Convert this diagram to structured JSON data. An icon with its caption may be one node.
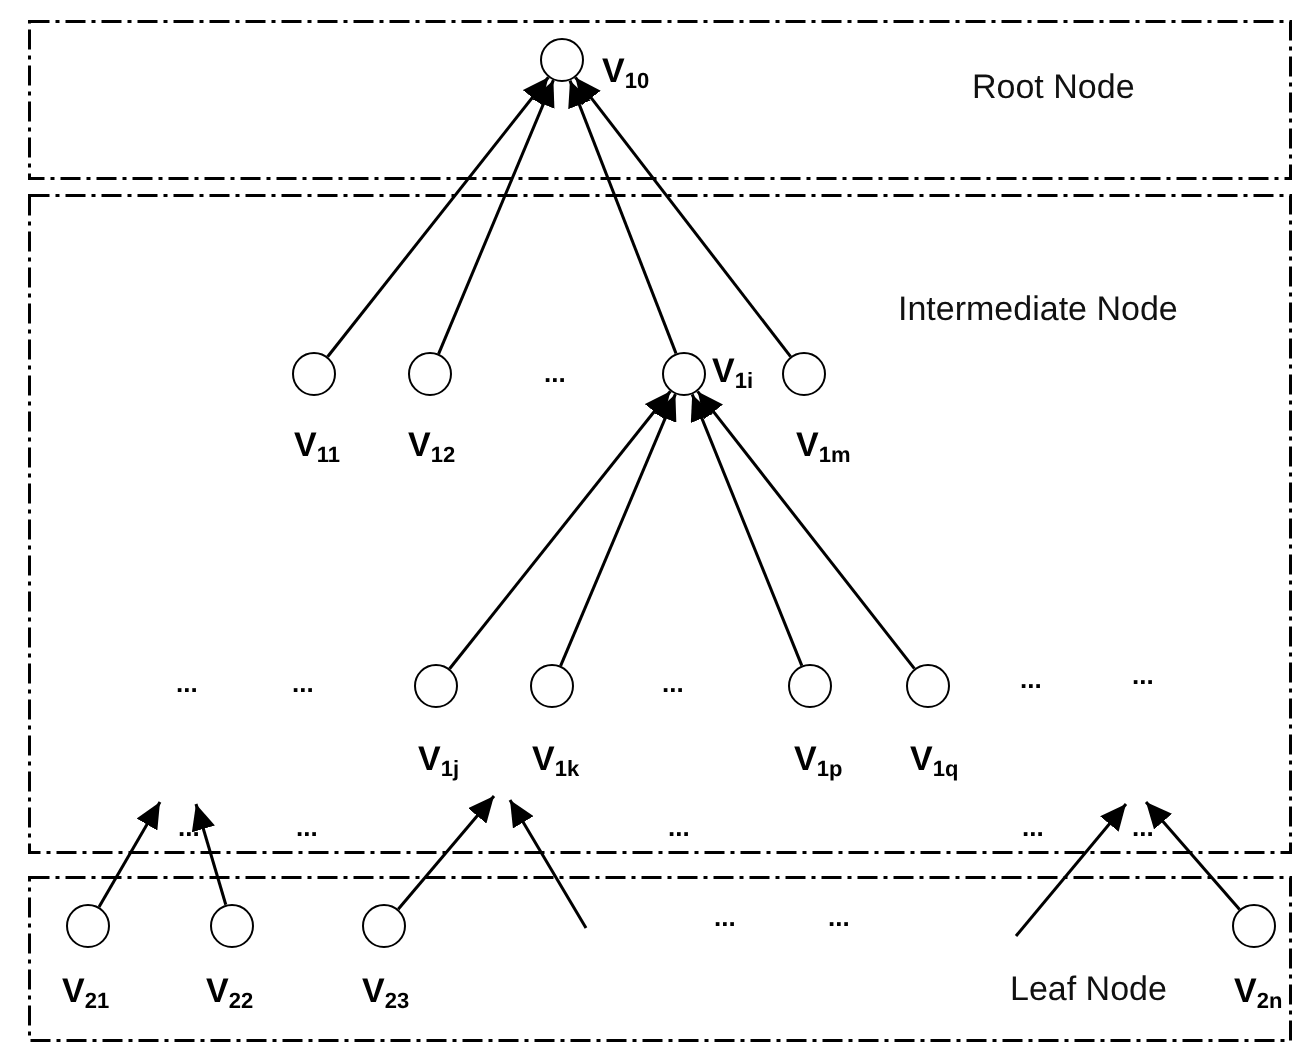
{
  "diagram": {
    "nodes": [
      {
        "text": [
          "Root Node"
        ]
      },
      {
        "text": [],
        "shape": "circle",
        "in": 0,
        "beside": [
          "V$_{10}$"
        ]
      },
      {
        "text": [
          "Intermediate Node"
        ]
      },
      {
        "text": [],
        "shape": "circle",
        "in": 2,
        "beside": [
          "V$_{11}$"
        ]
      },
      {
        "text": [],
        "shape": "circle",
        "in": 2,
        "beside": [
          "V$_{12}$"
        ]
      },
      {
        "text": [],
        "shape": "circle",
        "in": 2,
        "beside": [
          "V$_{1i}$"
        ]
      },
      {
        "text": [],
        "shape": "circle",
        "in": 2,
        "beside": [
          "V$_{1m}$"
        ]
      },
      {
        "text": [],
        "shape": "circle",
        "in": 2,
        "beside": [
          "V$_{1j}$"
        ]
      },
      {
        "text": [],
        "shape": "circle",
        "in": 2,
        "beside": [
          "V$_{1k}$"
        ]
      },
      {
        "text": [],
        "shape": "circle",
        "in": 2,
        "beside": [
          "V$_{1p}$"
        ]
      },
      {
        "text": [],
        "shape": "circle",
        "in": 2,
        "beside": [
          "V$_{1q}$"
        ]
      },
      {
        "text": [
          "Leaf Node"
        ]
      },
      {
        "text": [],
        "shape": "circle",
        "in": 11,
        "beside": [
          "V$_{21}$"
        ]
      },
      {
        "text": [],
        "shape": "circle",
        "in": 11,
        "beside": [
          "V$_{22}$"
        ]
      },
      {
        "text": [],
        "shape": "circle",
        "in": 11,
        "beside": [
          "V$_{23}$"
        ]
      },
      {
        "text": [],
        "shape": "circle",
        "in": 11,
        "beside": [
          "V$_{2n}$"
        ]
      }
    ],
    "edges": [
      {
        "from": 3,
        "to": 1,
        "arrow": "to"
      },
      {
        "from": 4,
        "to": 1,
        "arrow": "to"
      },
      {
        "from": 5,
        "to": 1,
        "arrow": "to"
      },
      {
        "from": 6,
        "to": 1,
        "arrow": "to"
      },
      {
        "from": 7,
        "to": 5,
        "arrow": "to"
      },
      {
        "from": 8,
        "to": 5,
        "arrow": "to"
      },
      {
        "from": 9,
        "to": 5,
        "arrow": "to"
      },
      {
        "from": 10,
        "to": 5,
        "arrow": "to"
      },
      {
        "from": 12,
        "to": 2,
        "arrow": "to"
      },
      {
        "from": 13,
        "to": 2,
        "arrow": "to"
      },
      {
        "from": 14,
        "to": 7,
        "arrow": "to"
      },
      {
        "from": 15,
        "to": 2,
        "arrow": "to"
      },
      {
        "from": null,
        "to": 8,
        "arrow": "to"
      },
      {
        "from": null,
        "to": 2,
        "arrow": "to"
      }
    ],
    "labels": [
      "...",
      "...",
      "...",
      "...",
      "...",
      "...",
      "...",
      "...",
      "...",
      "...",
      "...",
      "...",
      "..."
    ]
  }
}
